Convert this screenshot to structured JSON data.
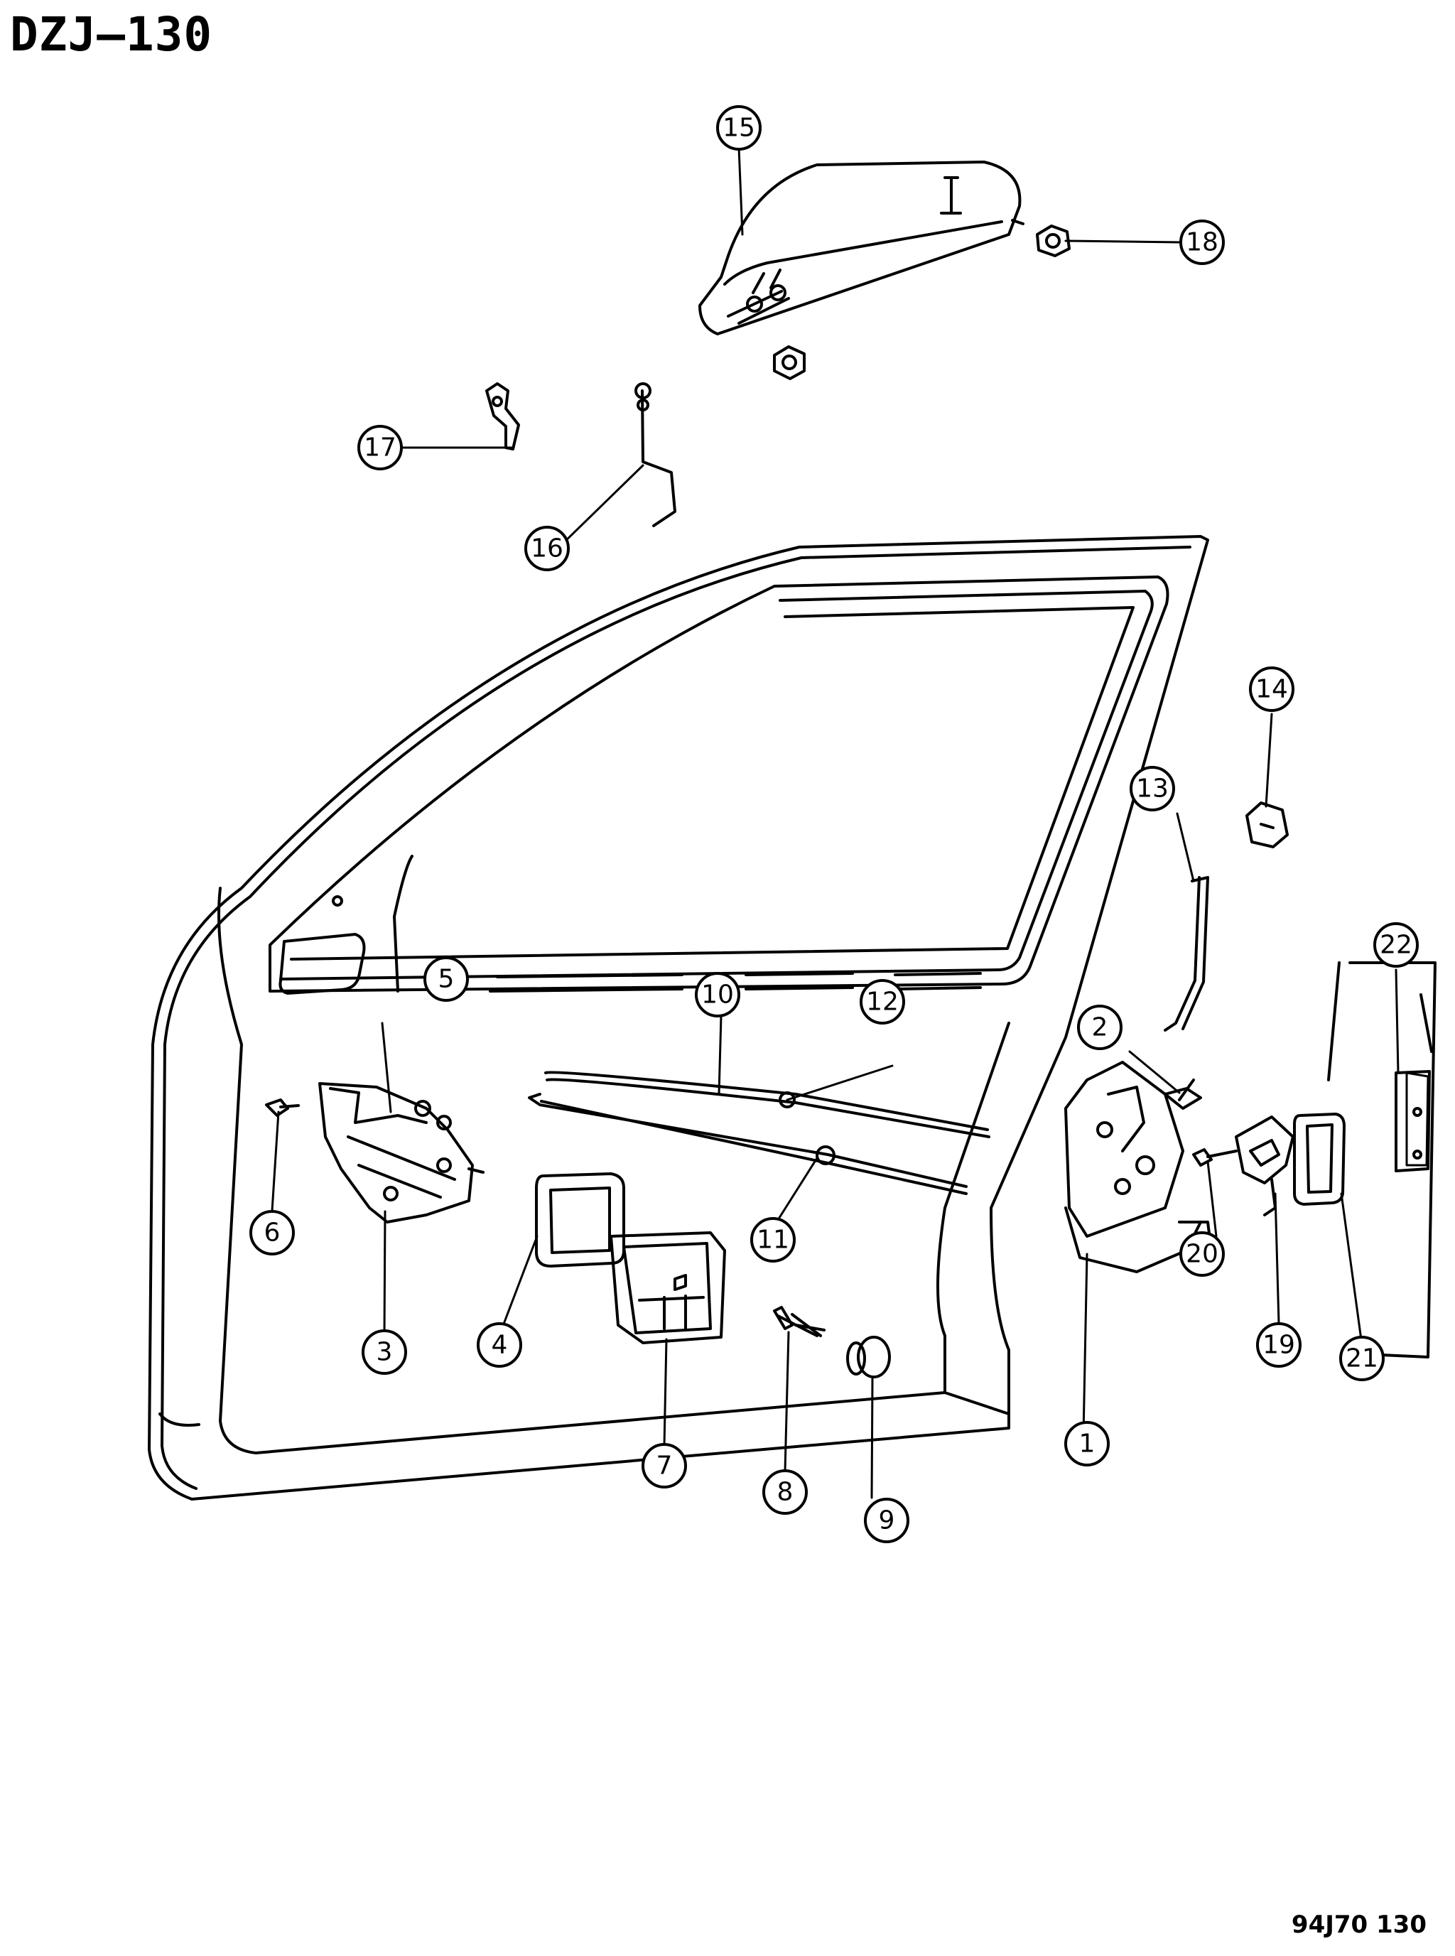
{
  "diagram": {
    "title": "DZJ–130",
    "code": "94J70  130",
    "callouts": [
      "1",
      "2",
      "3",
      "4",
      "5",
      "6",
      "7",
      "8",
      "9",
      "10",
      "11",
      "12",
      "13",
      "14",
      "15",
      "16",
      "17",
      "18",
      "19",
      "20",
      "21",
      "22"
    ]
  }
}
